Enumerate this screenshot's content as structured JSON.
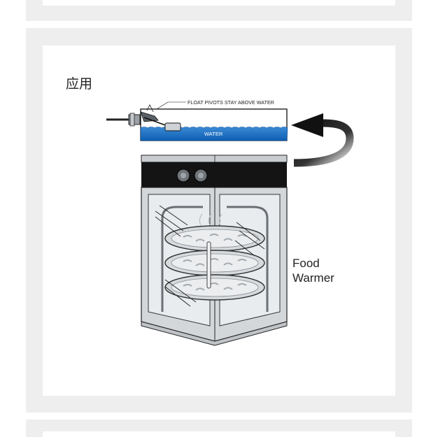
{
  "card": {
    "title": "应用"
  },
  "diagram": {
    "callout": "FLOAT PIVOTS STAY ABOVE WATER",
    "water_label": "WATER",
    "product_label_line1": "Food",
    "product_label_line2": "Warmer",
    "colors": {
      "water": "#1a6fc4",
      "water_light": "#4d9be0",
      "cabinet_frame": "#d4d7da",
      "cabinet_band": "#141414",
      "glass": "#e9ecee",
      "arrow": "#111111"
    }
  }
}
